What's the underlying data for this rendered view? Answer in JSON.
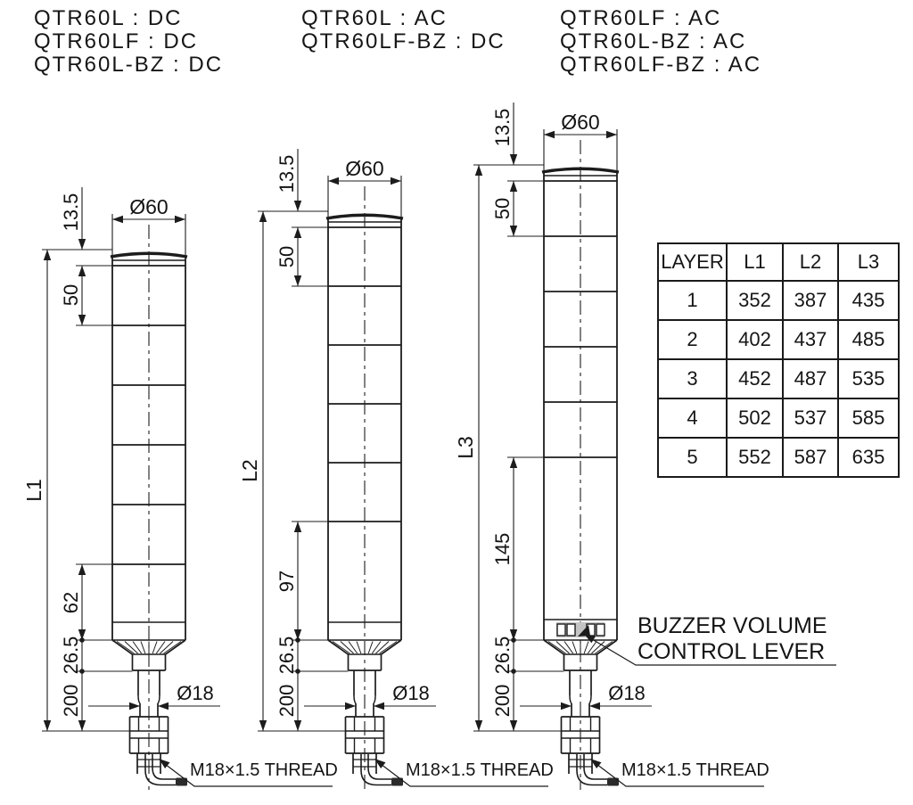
{
  "model_lists": {
    "left": [
      "QTR60L : DC",
      "QTR60LF : DC",
      "QTR60L-BZ : DC"
    ],
    "center": [
      "QTR60L : AC",
      "QTR60LF-BZ : DC"
    ],
    "right": [
      "QTR60LF : AC",
      "QTR60L-BZ : AC",
      "QTR60LF-BZ : AC"
    ]
  },
  "towers": [
    {
      "length_label": "L1",
      "cap_height": "13.5",
      "diameter": "Ø60",
      "module_height": "50",
      "body_height": "62",
      "base_height": "26.5",
      "cable_length": "200",
      "stem_diameter": "Ø18",
      "thread_note": "M18×1.5 THREAD"
    },
    {
      "length_label": "L2",
      "cap_height": "13.5",
      "diameter": "Ø60",
      "module_height": "50",
      "body_height": "97",
      "base_height": "26.5",
      "cable_length": "200",
      "stem_diameter": "Ø18",
      "thread_note": "M18×1.5 THREAD"
    },
    {
      "length_label": "L3",
      "cap_height": "13.5",
      "diameter": "Ø60",
      "module_height": "50",
      "body_height": "145",
      "base_height": "26.5",
      "cable_length": "200",
      "stem_diameter": "Ø18",
      "thread_note": "M18×1.5 THREAD"
    }
  ],
  "buzzer_note": {
    "line1": "BUZZER VOLUME",
    "line2": "CONTROL LEVER"
  },
  "table": {
    "headers": [
      "LAYER",
      "L1",
      "L2",
      "L3"
    ],
    "rows": [
      [
        "1",
        "352",
        "387",
        "435"
      ],
      [
        "2",
        "402",
        "437",
        "485"
      ],
      [
        "3",
        "452",
        "487",
        "535"
      ],
      [
        "4",
        "502",
        "537",
        "585"
      ],
      [
        "5",
        "552",
        "587",
        "635"
      ]
    ]
  },
  "colors": {
    "line": "#1c1c1c",
    "background": "#ffffff"
  }
}
